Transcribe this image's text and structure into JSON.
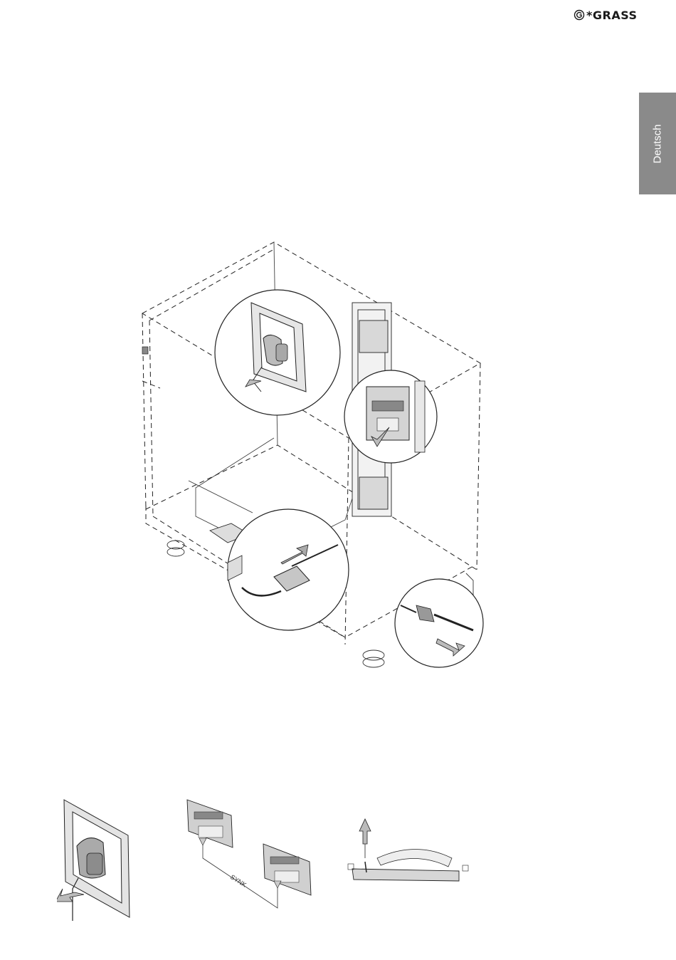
{
  "header": {
    "brand": "GRASS"
  },
  "language_tab": {
    "label": "Deutsch"
  },
  "figures": {
    "sync_label": "SYNK"
  },
  "icons": [
    "grass-logo-icon",
    "arrow-icon"
  ]
}
